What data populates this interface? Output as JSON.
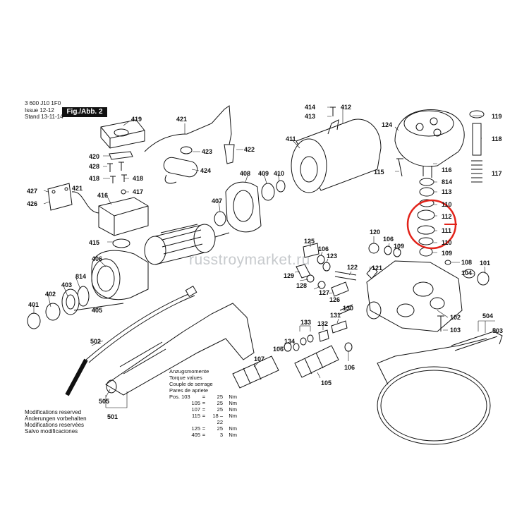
{
  "header": {
    "doc_no": "3 600 J10 1F0",
    "issue": "Issue  12-12",
    "stand": "Stand   13-11-14",
    "fig": "Fig./Abb. 2"
  },
  "watermark": "russtroymarket.ru",
  "torque": {
    "titles": [
      "Anzugsmomente",
      "Torque values",
      "Couple de serrage",
      "Pares de apriete"
    ],
    "rows": [
      {
        "pos": "Pos. 103",
        "val": "25",
        "unit": "Nm"
      },
      {
        "pos": "105",
        "val": "25",
        "unit": "Nm"
      },
      {
        "pos": "107",
        "val": "25",
        "unit": "Nm"
      },
      {
        "pos": "115",
        "val": "18 – 22",
        "unit": "Nm"
      },
      {
        "pos": "125",
        "val": "25",
        "unit": "Nm"
      },
      {
        "pos": "405",
        "val": "3",
        "unit": "Nm"
      }
    ]
  },
  "modifications": [
    "Modifications reserved",
    "Änderungen vorbehalten",
    "Modifications reservées",
    "Salvo modificaciones"
  ],
  "highlight_color": "#e2231a",
  "part_labels": [
    {
      "id": "419"
    },
    {
      "id": "421"
    },
    {
      "id": "422"
    },
    {
      "id": "423"
    },
    {
      "id": "424"
    },
    {
      "id": "420"
    },
    {
      "id": "428"
    },
    {
      "id": "418"
    },
    {
      "id": "418"
    },
    {
      "id": "417"
    },
    {
      "id": "416"
    },
    {
      "id": "421"
    },
    {
      "id": "427"
    },
    {
      "id": "426"
    },
    {
      "id": "415"
    },
    {
      "id": "406"
    },
    {
      "id": "814"
    },
    {
      "id": "403"
    },
    {
      "id": "402"
    },
    {
      "id": "401"
    },
    {
      "id": "405"
    },
    {
      "id": "408"
    },
    {
      "id": "409"
    },
    {
      "id": "410"
    },
    {
      "id": "411"
    },
    {
      "id": "407"
    },
    {
      "id": "414"
    },
    {
      "id": "413"
    },
    {
      "id": "412"
    },
    {
      "id": "124"
    },
    {
      "id": "119"
    },
    {
      "id": "118"
    },
    {
      "id": "117"
    },
    {
      "id": "115"
    },
    {
      "id": "116"
    },
    {
      "id": "814"
    },
    {
      "id": "113"
    },
    {
      "id": "110"
    },
    {
      "id": "112"
    },
    {
      "id": "111"
    },
    {
      "id": "110"
    },
    {
      "id": "109"
    },
    {
      "id": "108"
    },
    {
      "id": "104"
    },
    {
      "id": "101"
    },
    {
      "id": "102"
    },
    {
      "id": "103"
    },
    {
      "id": "120"
    },
    {
      "id": "106"
    },
    {
      "id": "109"
    },
    {
      "id": "125"
    },
    {
      "id": "106"
    },
    {
      "id": "123"
    },
    {
      "id": "122"
    },
    {
      "id": "121"
    },
    {
      "id": "129"
    },
    {
      "id": "128"
    },
    {
      "id": "127"
    },
    {
      "id": "126"
    },
    {
      "id": "130"
    },
    {
      "id": "131"
    },
    {
      "id": "132"
    },
    {
      "id": "133"
    },
    {
      "id": "134"
    },
    {
      "id": "106"
    },
    {
      "id": "107"
    },
    {
      "id": "105"
    },
    {
      "id": "106"
    },
    {
      "id": "502"
    },
    {
      "id": "505"
    },
    {
      "id": "501"
    },
    {
      "id": "504"
    },
    {
      "id": "503"
    }
  ]
}
